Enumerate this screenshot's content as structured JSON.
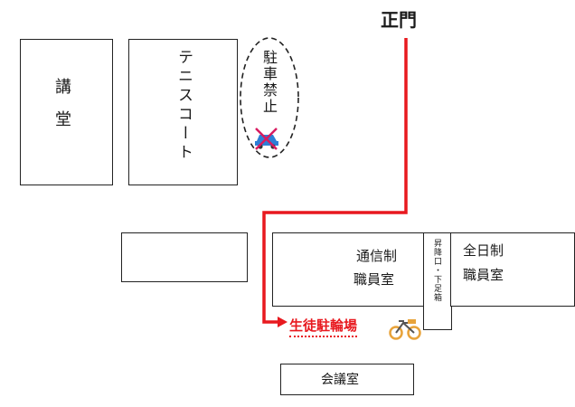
{
  "map": {
    "gate_label": "正門",
    "lecture_hall": "講堂",
    "tennis_court": "テニスコート",
    "no_parking": "駐車禁止",
    "part_time_staff_room": {
      "line1": "通信制",
      "line2": "職員室"
    },
    "full_time_staff_room": {
      "line1": "全日制",
      "line2": "職員室"
    },
    "entrance": "昇降口・下足箱",
    "bicycle_parking": "生徒駐輪場",
    "meeting_room": "会議室"
  },
  "colors": {
    "route": "#e8191f",
    "line": "#222222",
    "car": "#2d7fd6",
    "prohibit_mark": "#d81b60",
    "bike": "#e8a33a"
  },
  "icons": [
    "car-prohibited-icon",
    "bicycle-icon",
    "arrow-right-icon"
  ]
}
